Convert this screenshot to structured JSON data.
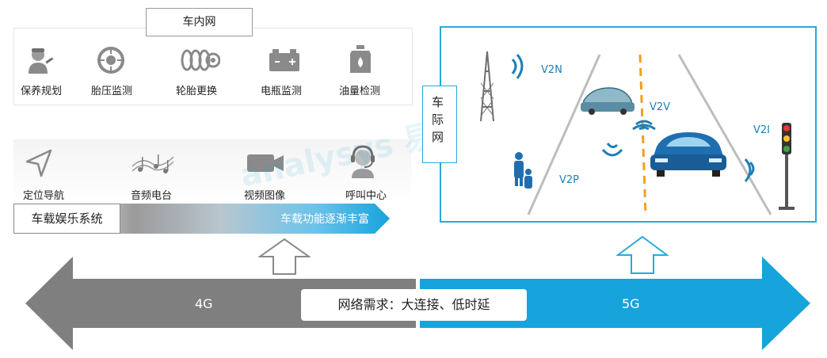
{
  "in_car_network": {
    "title": "车内网",
    "items": [
      {
        "label": "保养规划",
        "icon": "mechanic-icon"
      },
      {
        "label": "胎压监测",
        "icon": "tire-pressure-icon"
      },
      {
        "label": "轮胎更换",
        "icon": "tires-icon"
      },
      {
        "label": "电瓶监测",
        "icon": "battery-icon"
      },
      {
        "label": "油量检测",
        "icon": "oil-can-icon"
      }
    ]
  },
  "infotainment": {
    "items": [
      {
        "label": "定位导航",
        "icon": "navigation-icon"
      },
      {
        "label": "音频电台",
        "icon": "music-notes-icon"
      },
      {
        "label": "视频图像",
        "icon": "video-camera-icon"
      },
      {
        "label": "呼叫中心",
        "icon": "headset-agent-icon"
      }
    ],
    "title": "车载娱乐系统",
    "trend": "车载功能逐渐丰富"
  },
  "v2x": {
    "title": "车际网",
    "labels": {
      "v2n": "V2N",
      "v2v": "V2V",
      "v2p": "V2P",
      "v2i": "V2I"
    }
  },
  "bottom": {
    "left": "4G",
    "right": "5G",
    "requirement": "网络需求：大连接、低时延"
  },
  "watermark": "analysys 易观",
  "colors": {
    "accent_blue": "#29a8df",
    "arrow_gray": "#7f7f7f",
    "lane_orange": "#f0a020"
  }
}
